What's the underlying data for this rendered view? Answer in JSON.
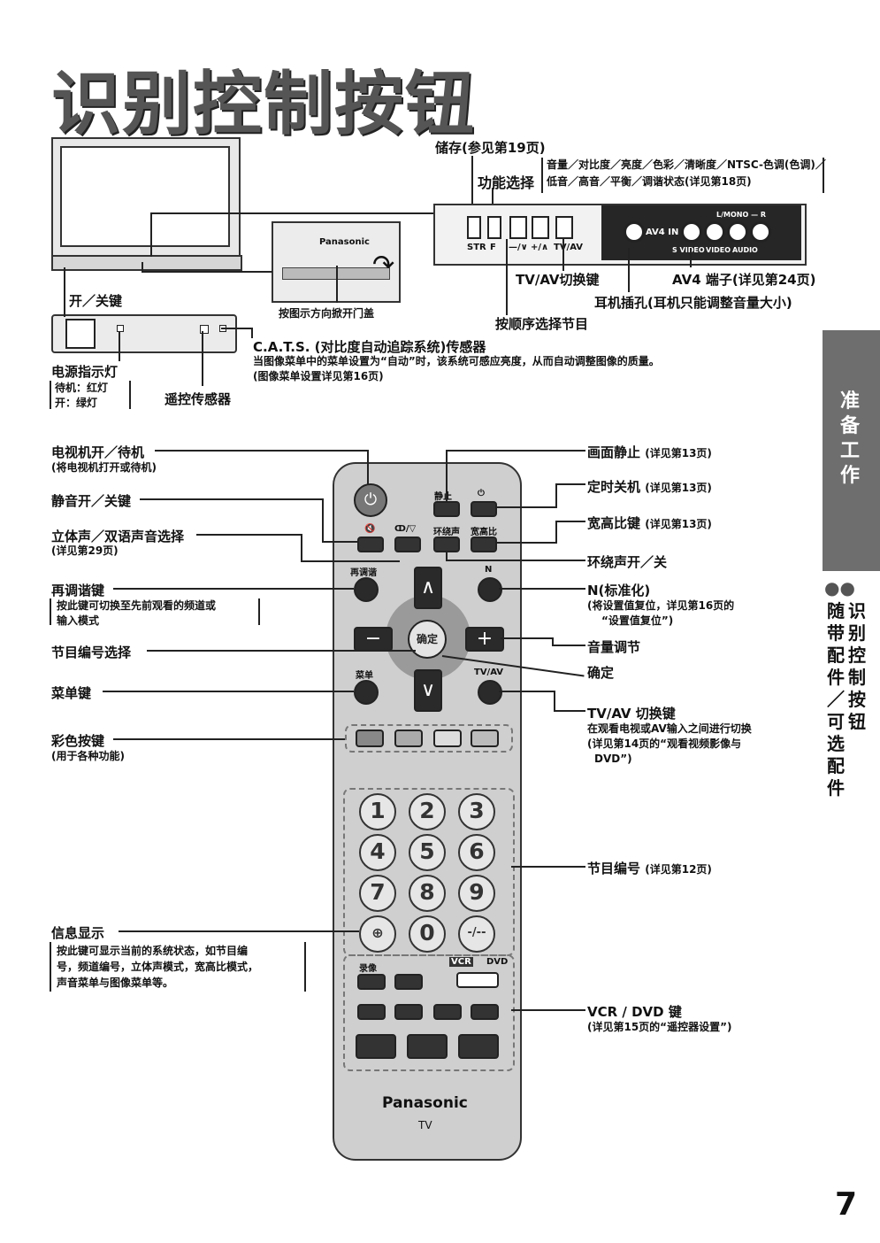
{
  "page_title": "识别控制按钮",
  "page_number": "7",
  "sidebar": {
    "section": "准备工作",
    "subsection_dots": "●●",
    "subsection": "随带配件／可选配件",
    "subsection2": "识别控制按钮"
  },
  "tv": {
    "flap_label": "Panasonic",
    "store": "储存(参见第19页)",
    "function_select": "功能选择",
    "function_list_1": "音量／对比度／亮度／色彩／清晰度／NTSC-色调(色调)／",
    "function_list_2": "低音／高音／平衡／调谐状态(详见第18页)",
    "panel_labels": [
      "STR",
      "F",
      "—/∨",
      "+/∧",
      "TV/AV"
    ],
    "port_labels": {
      "av4": "AV4 IN",
      "mono": "L/MONO — R",
      "svideo": "S VIDEO",
      "video": "VIDEO",
      "audio": "AUDIO"
    },
    "tvav_key": "TV/AV切换键",
    "av4": "AV4 端子(详见第24页)",
    "headphone": "耳机插孔(耳机只能调整音量大小)",
    "power_key": "开／关键",
    "open_flap": "按图示方向掀开门盖",
    "channel_select": "按顺序选择节目",
    "cats": "C.A.T.S. (对比度自动追踪系统)传感器",
    "cats_desc_1": "当图像菜单中的菜单设置为“自动”时，该系统可感应亮度，从而自动调整图像的质量。",
    "cats_desc_2": "(图像菜单设置详见第16页)",
    "power_indicator": "电源指示灯",
    "standby_red": "待机：红灯",
    "on_green": "开：绿灯",
    "remote_sensor": "遥控传感器"
  },
  "remote_left": {
    "tv_power": "电视机开／待机",
    "tv_power_desc": "(将电视机打开或待机)",
    "mute": "静音开／关键",
    "stereo": "立体声／双语声音选择",
    "stereo_desc": "(详见第29页)",
    "recall": "再调谐键",
    "recall_desc_1": "按此键可切换至先前观看的频道或",
    "recall_desc_2": "输入模式",
    "program": "节目编号选择",
    "menu": "菜单键",
    "color": "彩色按键",
    "color_desc": "(用于各种功能)",
    "info": "信息显示",
    "info_desc_1": "按此键可显示当前的系统状态，如节目编",
    "info_desc_2": "号，频道编号，立体声模式，宽高比模式，",
    "info_desc_3": "声音菜单与图像菜单等。"
  },
  "remote_right": {
    "still": "画面静止",
    "still_ref": "(详见第13页)",
    "timer": "定时关机",
    "timer_ref": "(详见第13页)",
    "aspect": "宽高比键",
    "aspect_ref": "(详见第13页)",
    "surround": "环绕声开／关",
    "normal": "N(标准化)",
    "normal_desc_1": "(将设置值复位，详见第16页的",
    "normal_desc_2": "“设置值复位”)",
    "volume": "音量调节",
    "ok": "确定",
    "tvav": "TV/AV 切换键",
    "tvav_desc_1": "在观看电视或AV输入之间进行切换",
    "tvav_desc_2": "(详见第14页的“观看视频影像与",
    "tvav_desc_3": "DVD”)",
    "program_num": "节目编号",
    "program_num_ref": "(详见第12页)",
    "vcr_dvd": "VCR / DVD 键",
    "vcr_dvd_desc": "(详见第15页的“遥控器设置”)"
  },
  "remote_buttons": {
    "still": "静止",
    "stereo": "ↀ/▽",
    "surround": "环绕声",
    "aspect": "宽高比",
    "recall": "再调谐",
    "n": "N",
    "ok": "确定",
    "menu": "菜单",
    "tvav": "TV/AV",
    "record": "录像",
    "vcr": "VCR",
    "dvd": "DVD",
    "brand": "Panasonic",
    "model": "TV",
    "digits": [
      "1",
      "2",
      "3",
      "4",
      "5",
      "6",
      "7",
      "8",
      "9",
      "0"
    ],
    "dash": "-/--"
  },
  "colors": {
    "sidebar": "#6e6e6e",
    "remote_body": "#cfcfcf",
    "button_dark": "#2a2a2a"
  }
}
